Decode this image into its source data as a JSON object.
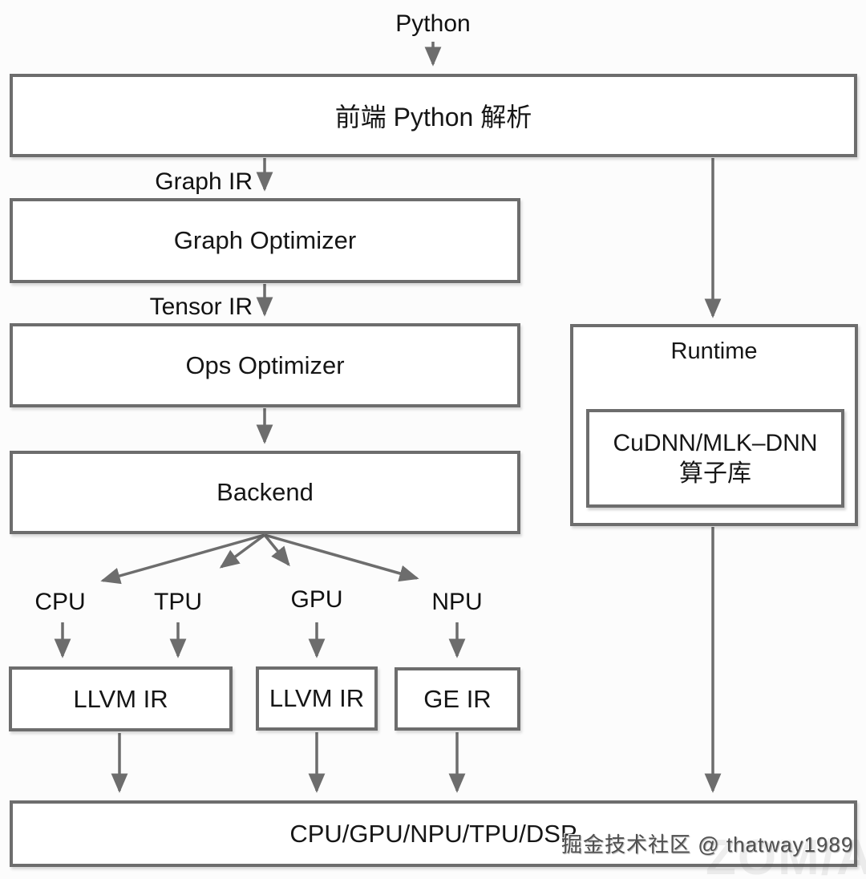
{
  "diagram": {
    "source_label": "Python",
    "frontend": {
      "label": "前端 Python 解析"
    },
    "edges": {
      "graph_ir": "Graph IR",
      "tensor_ir": "Tensor IR"
    },
    "pipeline": {
      "graph_optimizer": "Graph Optimizer",
      "ops_optimizer": "Ops Optimizer",
      "backend": "Backend"
    },
    "targets": {
      "cpu": "CPU",
      "tpu": "TPU",
      "gpu": "GPU",
      "npu": "NPU"
    },
    "irs": {
      "llvm_cpu_tpu": "LLVM IR",
      "llvm_gpu": "LLVM IR",
      "ge_npu": "GE IR"
    },
    "runtime": {
      "label": "Runtime",
      "oplib_line1": "CuDNN/MLK–DNN",
      "oplib_line2": "算子库"
    },
    "hardware": {
      "label": "CPU/GPU/NPU/TPU/DSP"
    }
  },
  "watermark": {
    "credit": "掘金技术社区 @ thatway1989",
    "ghost": "ZOM/AI图"
  },
  "colors": {
    "line": "#6d6d6d",
    "text": "#161616",
    "box_bg": "#ffffff",
    "page_bg": "#fcfcfc"
  }
}
